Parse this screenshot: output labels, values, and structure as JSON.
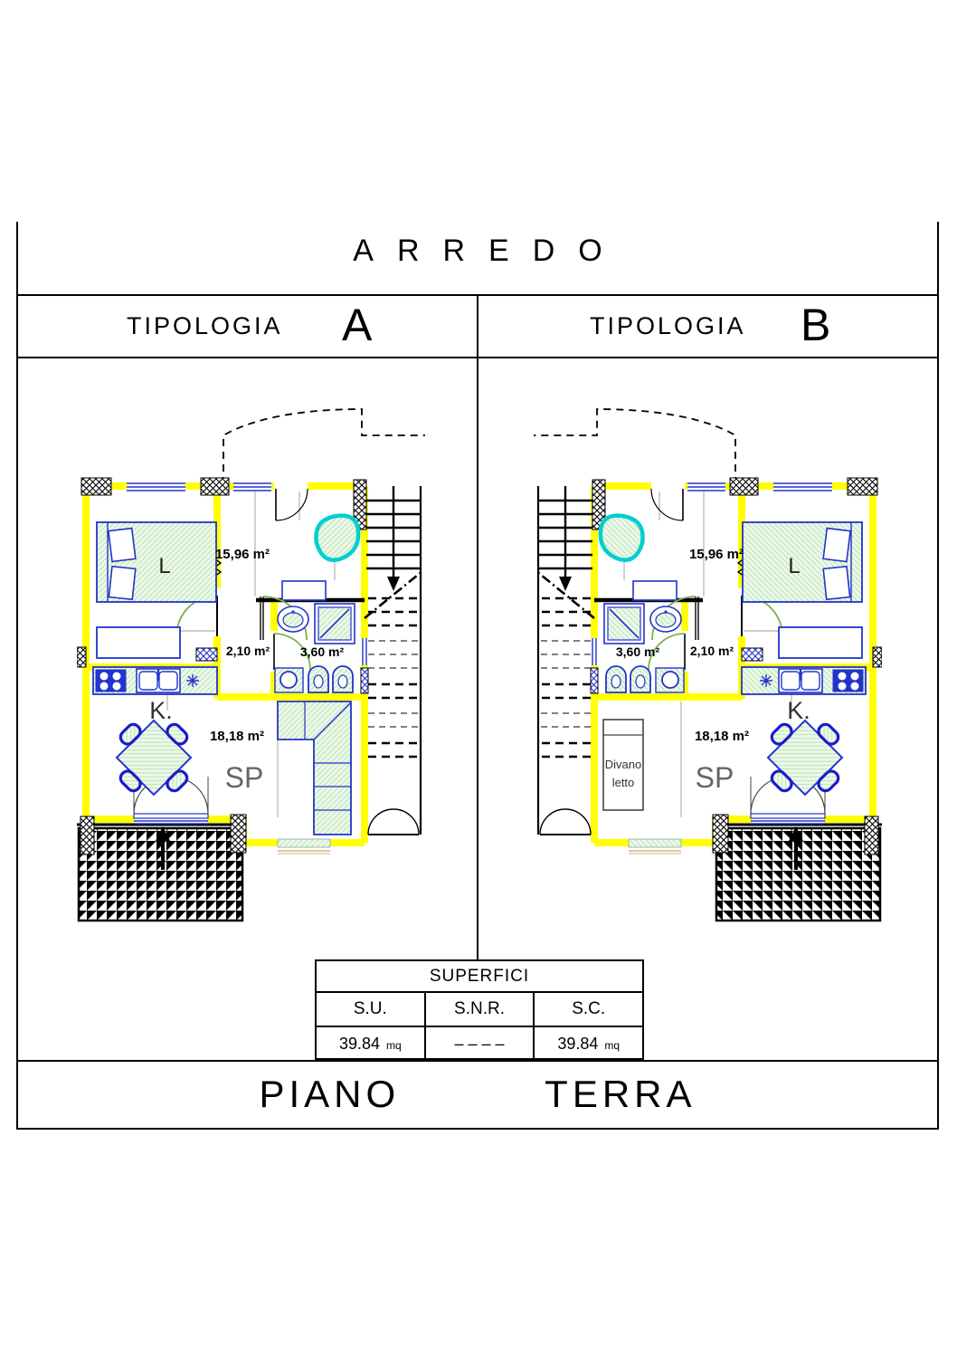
{
  "sheet": {
    "title": "ARREDO",
    "floor_label": {
      "word1": "PIANO",
      "word2": "TERRA"
    }
  },
  "panels": {
    "a": {
      "label": "TIPOLOGIA",
      "letter": "A"
    },
    "b": {
      "label": "TIPOLOGIA",
      "letter": "B"
    }
  },
  "plans": {
    "a": {
      "bedroom_area": "15,96 m²",
      "bed_label": "L",
      "hall_area": "2,10 m²",
      "bath_area": "3,60 m²",
      "kitchen_label": "K.",
      "living_area": "18,18 m²",
      "living_label": "SP"
    },
    "b": {
      "bedroom_area": "15,96 m²",
      "bed_label": "L",
      "hall_area": "2,10 m²",
      "bath_area": "3,60 m²",
      "kitchen_label": "K.",
      "living_area": "18,18 m²",
      "living_label": "SP",
      "sofa_bed_line1": "Divano",
      "sofa_bed_line2": "letto"
    }
  },
  "areas_table": {
    "title": "SUPERFICI",
    "columns": {
      "c1": "S.U.",
      "c2": "S.N.R.",
      "c3": "S.C."
    },
    "values": {
      "su": "39.84",
      "su_unit": "mq",
      "snr": "– – – –",
      "sc": "39.84",
      "sc_unit": "mq"
    }
  },
  "colors": {
    "wall": "#FFFF00",
    "furniture_blue": "#2222CC",
    "hatch_green": "#EDF8EA",
    "chair_cyan": "#00CFCF",
    "door_green": "#7CB342"
  }
}
